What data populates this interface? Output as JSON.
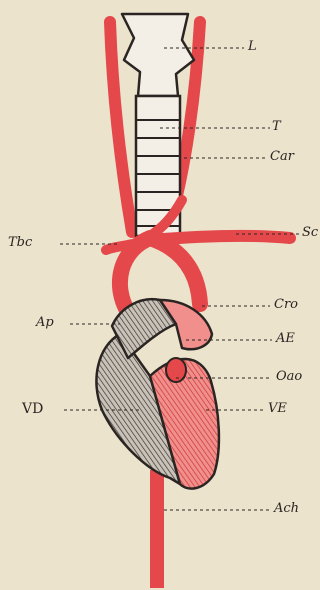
{
  "labels": {
    "L": "L",
    "T": "T",
    "car": "Car",
    "sc": "Sc",
    "tbc": "Tbc",
    "cro": "Cro",
    "ap": "Ap",
    "ae": "AE",
    "oao": "Oao",
    "vd": "VD",
    "ve": "VE",
    "ach": "Ach"
  },
  "colors": {
    "vessel_red": "#e5484a",
    "ink": "#2a2522",
    "paper": "#ece3cd",
    "hatch": "#3a3330"
  }
}
